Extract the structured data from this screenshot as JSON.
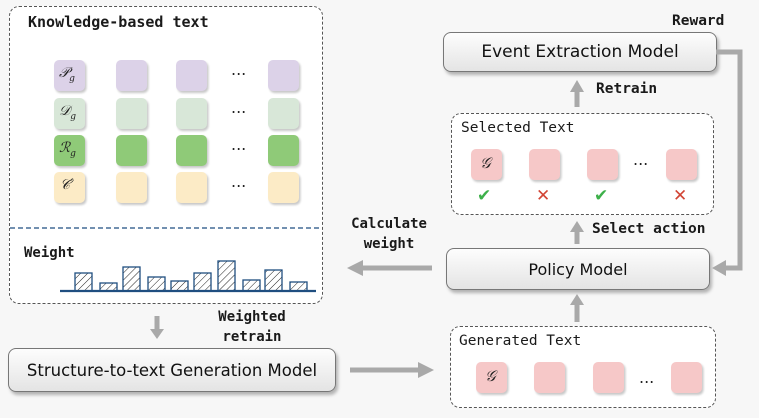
{
  "knowledge_panel": {
    "title": "Knowledge-based text",
    "rows": [
      {
        "symbol": "𝒫",
        "sub": "g",
        "dots": "..."
      },
      {
        "symbol": "𝒟",
        "sub": "g",
        "dots": "..."
      },
      {
        "symbol": "ℛ",
        "sub": "g",
        "dots": "..."
      },
      {
        "symbol": "𝒞′",
        "sub": "",
        "dots": "..."
      }
    ],
    "weight_label": "Weight"
  },
  "weighted_retrain_label": "Weighted retrain",
  "generation_model": {
    "label": "Structure-to-text Generation Model"
  },
  "calculate_weight_label": "Calculate weight",
  "policy_model": {
    "label": "Policy Model"
  },
  "event_model": {
    "label": "Event Extraction Model"
  },
  "reward_label": "Reward",
  "retrain_label": "Retrain",
  "select_action_label": "Select action",
  "selected_text": {
    "title": "Selected Text",
    "first_symbol": "𝒢",
    "dots": "...",
    "marks": [
      "✔",
      "✕",
      "✔",
      "✕"
    ]
  },
  "generated_text": {
    "title": "Generated Text",
    "first_symbol": "𝒢",
    "dots": "..."
  },
  "colors": {
    "purple": "#dcd2e8",
    "light_green": "#d8e7d8",
    "green": "#8fca78",
    "yellow": "#fcebc6",
    "pink": "#f6c8c8",
    "check": "#3db04a",
    "cross": "#d24535",
    "baseline": "#1f4e80",
    "arrow": "#a9a9a9"
  }
}
